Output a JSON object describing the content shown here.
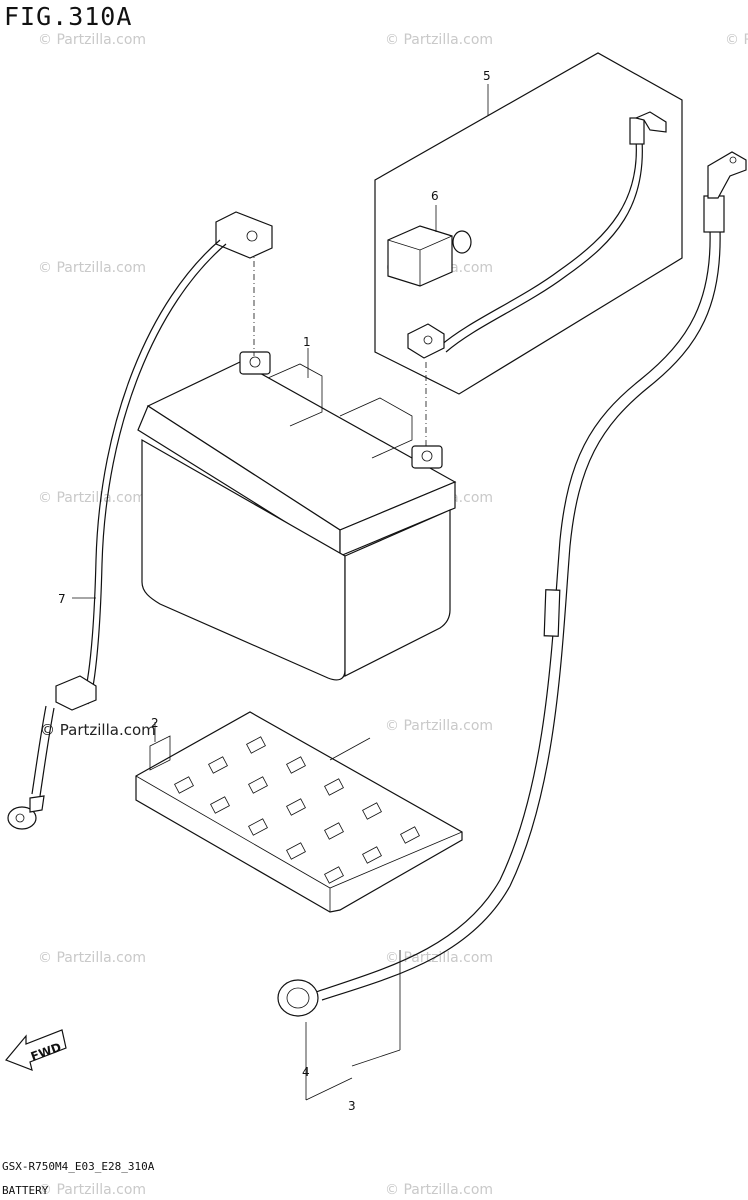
{
  "header": {
    "figure_title": "FIG.310A"
  },
  "footer": {
    "model_code": "GSX-R750M4_E03_E28_310A",
    "caption": "BATTERY"
  },
  "watermarks": [
    "© Partzilla.com",
    "© Partzilla.com",
    "© Partzilla.com",
    "© Partzilla.com",
    "© Partzilla.com",
    "© Partzilla.com",
    "© Partzilla.com",
    "© Partzilla.com",
    "© Partzilla.com",
    "© Partzilla.com",
    "© Partzilla.com",
    "© Partzilla.com"
  ],
  "watermark_dark": "© Partzilla.com",
  "callouts": {
    "c1": "1",
    "c2": "2",
    "c3": "3",
    "c4": "4",
    "c5": "5",
    "c6": "6",
    "c7": "7"
  },
  "fwd_label": "FWD"
}
